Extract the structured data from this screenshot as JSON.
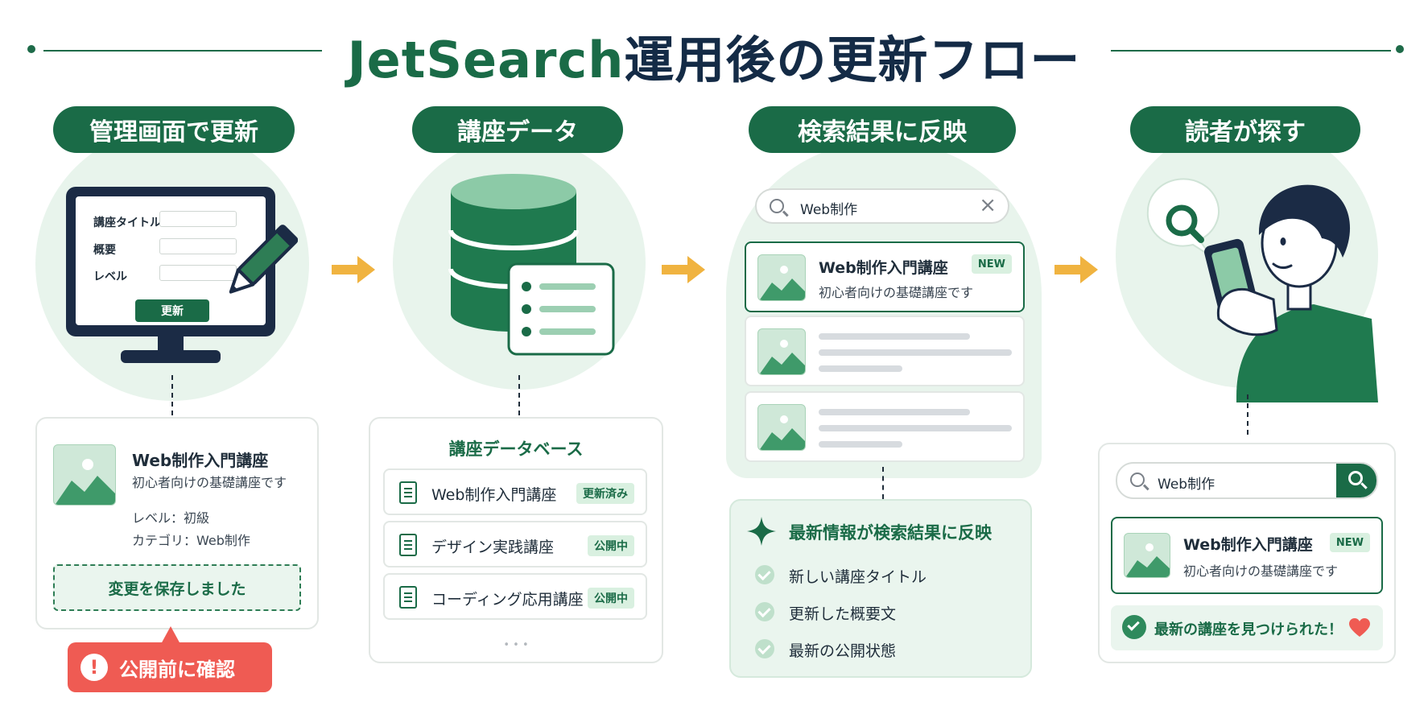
{
  "title": {
    "brand": "JetSearch",
    "rest": "運用後の更新フロー"
  },
  "steps": [
    {
      "label": "管理画面で更新"
    },
    {
      "label": "講座データ"
    },
    {
      "label": "検索結果に反映"
    },
    {
      "label": "読者が探す"
    }
  ],
  "admin": {
    "fields": [
      "講座タイトル",
      "概要",
      "レベル"
    ],
    "button": "更新",
    "card": {
      "title": "Web制作入門講座",
      "desc": "初心者向けの基礎講座です",
      "level": "レベル：初級",
      "category": "カテゴリ：Web制作"
    },
    "saved": "変更を保存しました",
    "warning": "公開前に確認",
    "warning_icon": "!"
  },
  "database": {
    "title": "講座データベース",
    "rows": [
      {
        "name": "Web制作入門講座",
        "badge": "更新済み"
      },
      {
        "name": "デザイン実践講座",
        "badge": "公開中"
      },
      {
        "name": "コーディング応用講座",
        "badge": "公開中"
      }
    ],
    "more": "• • •"
  },
  "results": {
    "query": "Web制作",
    "clear_icon": "×",
    "top": {
      "title": "Web制作入門講座",
      "desc": "初心者向けの基礎講座です",
      "badge": "NEW"
    },
    "info_title": "最新情報が検索結果に反映",
    "info_items": [
      "新しい講座タイトル",
      "更新した概要文",
      "最新の公開状態"
    ]
  },
  "reader": {
    "query": "Web制作",
    "result": {
      "title": "Web制作入門講座",
      "desc": "初心者向けの基礎講座です",
      "badge": "NEW"
    },
    "found": "最新の講座を見つけられた！"
  },
  "colors": {
    "green": "#1a6b47",
    "navy": "#142b46",
    "mint": "#e8f4ec",
    "orange": "#f0b340",
    "red": "#ef5b53"
  }
}
